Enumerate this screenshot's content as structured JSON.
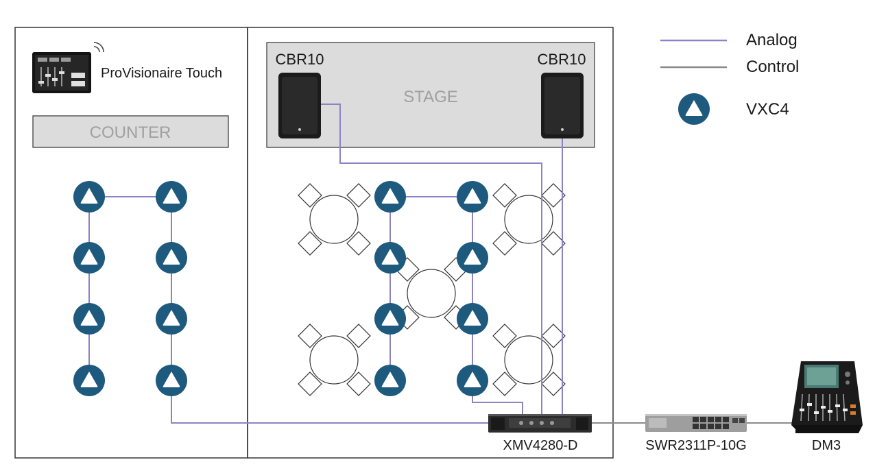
{
  "legend": {
    "analog_label": "Analog",
    "control_label": "Control",
    "vxc4_label": "VXC4"
  },
  "zones": {
    "counter_label": "COUNTER",
    "stage_label": "STAGE"
  },
  "devices": {
    "provisionaire_label": "ProVisionaire Touch",
    "speaker_left_label": "CBR10",
    "speaker_right_label": "CBR10",
    "amplifier_label": "XMV4280-D",
    "switch_label": "SWR2311P-10G",
    "mixer_label": "DM3"
  },
  "colors": {
    "analog": "#8d83c4",
    "control": "#8a8a8a",
    "vxc4": "#1e5a7e",
    "zone_fill": "#dcdcdc",
    "border": "#333333"
  },
  "icons": {
    "vxc4": "triangle-in-circle-icon",
    "speaker": "speaker-icon",
    "tablet": "tablet-icon",
    "wifi": "wifi-icon",
    "table": "round-table-icon",
    "chair": "chair-icon"
  }
}
